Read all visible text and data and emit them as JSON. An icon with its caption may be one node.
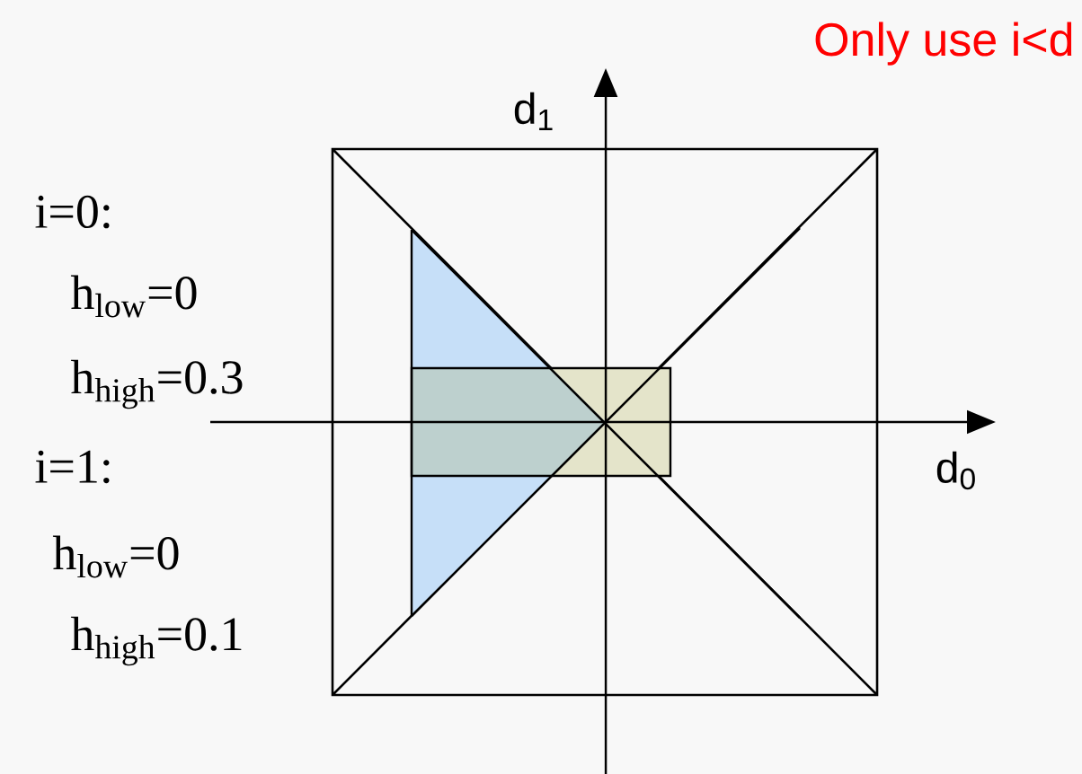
{
  "diagram": {
    "title": "Only use i<d",
    "labels": [
      "d$_{1}$",
      "i=0:",
      "h$_{low}$=0",
      "h$_{high}$=0.3",
      "i=1:",
      "d$_{0}$",
      "h$_{low}$=0",
      "h$_{high}$=0.1"
    ]
  }
}
